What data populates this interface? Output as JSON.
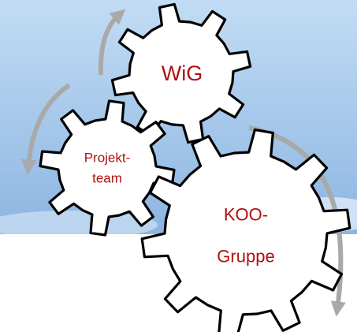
{
  "colors": {
    "sky_top": "#b8d6f2",
    "sky_bottom": "#8fb7e3",
    "gear_fill": "#ffffff",
    "gear_stroke": "#000000",
    "label_color": "#b01010",
    "arrow_color": "#a9a9a9"
  },
  "gears": {
    "wig": {
      "line1": "WiG"
    },
    "projekt": {
      "line1": "Projekt-",
      "line2": "team"
    },
    "koo": {
      "line1": "KOO-",
      "line2": "Gruppe"
    }
  }
}
